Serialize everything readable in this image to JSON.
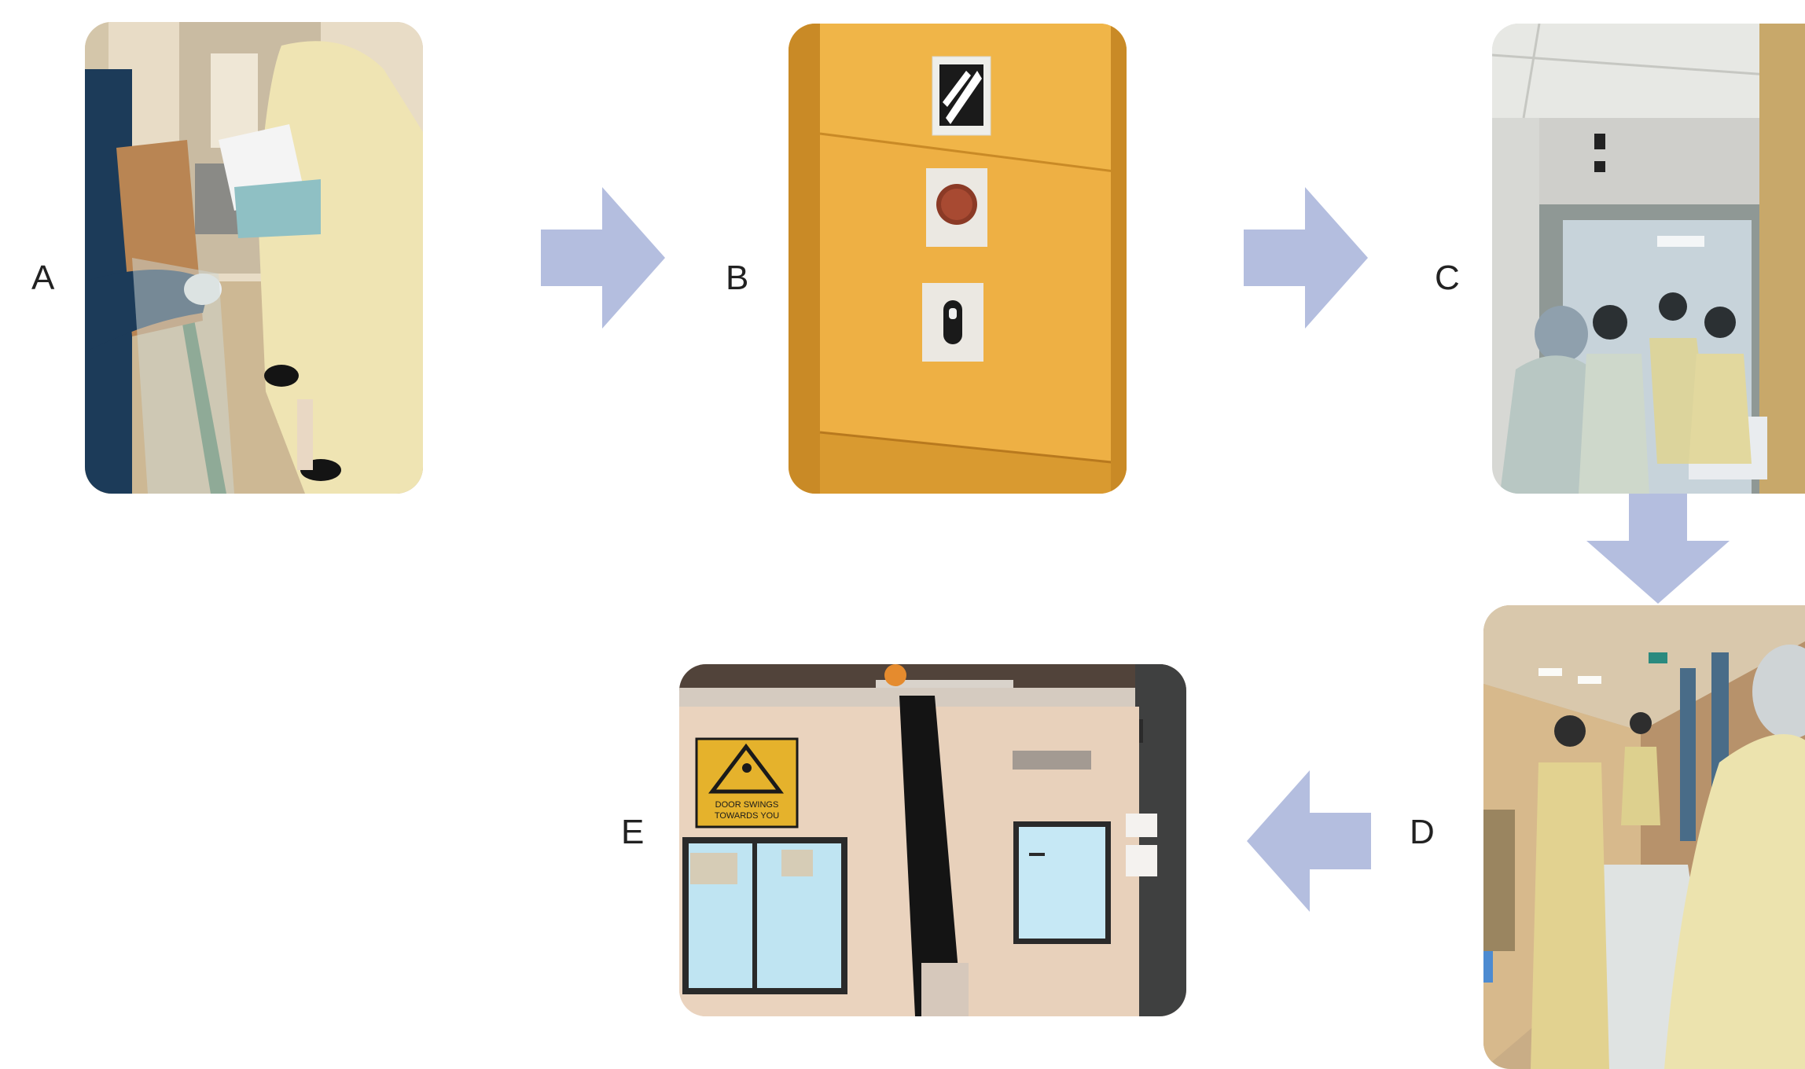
{
  "steps": [
    {
      "id": "A",
      "label": "A"
    },
    {
      "id": "B",
      "label": "B"
    },
    {
      "id": "C",
      "label": "C"
    },
    {
      "id": "D",
      "label": "D"
    },
    {
      "id": "E",
      "label": "E"
    }
  ],
  "sign_text": {
    "line1": "DOOR SWINGS",
    "line2": "TOWARDS YOU"
  },
  "colors": {
    "arrow": "#b4bedf",
    "background": "#ffffff"
  }
}
